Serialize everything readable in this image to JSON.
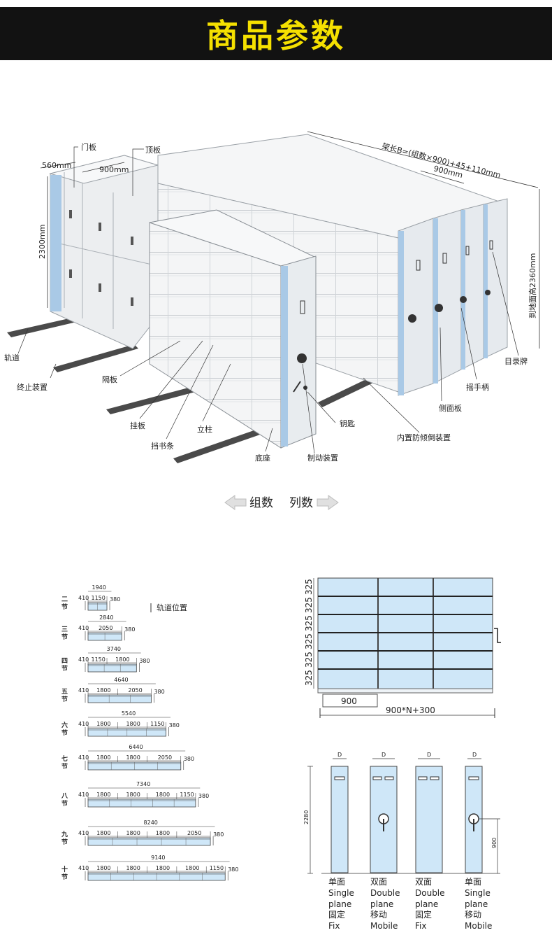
{
  "banner": {
    "title": "商品参数"
  },
  "main_diagram": {
    "dimensions": {
      "depth": "560mm",
      "width": "900mm",
      "height": "2300mm",
      "length_formula": "架长B=(组数×900)+45+110mm",
      "unit_width": "900mm",
      "total_height": "到地面高2360mm"
    },
    "labels": {
      "door": "门板",
      "top": "顶板",
      "rail": "轨道",
      "stopper": "终止装置",
      "shelf": "隔板",
      "hanger": "挂板",
      "book_stop": "挡书条",
      "column": "立柱",
      "base": "底座",
      "brake": "制动装置",
      "key": "钥匙",
      "anti_tilt": "内置防倾倒装置",
      "side_panel": "侧面板",
      "handle": "摇手柄",
      "catalog": "目录牌"
    }
  },
  "direction": {
    "left": "组数",
    "right": "列数"
  },
  "rail_table": {
    "legend": "轨道位置",
    "rows": [
      {
        "label": "二节",
        "total": "1940",
        "segments": [
          "410",
          "1150",
          "380"
        ]
      },
      {
        "label": "三节",
        "total": "2840",
        "segments": [
          "410",
          "2050",
          "380"
        ]
      },
      {
        "label": "四节",
        "total": "3740",
        "segments": [
          "410",
          "1150",
          "1800",
          "380"
        ]
      },
      {
        "label": "五节",
        "total": "4640",
        "segments": [
          "410",
          "1800",
          "2050",
          "380"
        ]
      },
      {
        "label": "六节",
        "total": "5540",
        "segments": [
          "410",
          "1800",
          "1800",
          "1150",
          "380"
        ]
      },
      {
        "label": "七节",
        "total": "6440",
        "segments": [
          "410",
          "1800",
          "1800",
          "2050",
          "380"
        ]
      },
      {
        "label": "八节",
        "total": "7340",
        "segments": [
          "410",
          "1800",
          "1800",
          "1800",
          "1150",
          "380"
        ]
      },
      {
        "label": "九节",
        "total": "8240",
        "segments": [
          "410",
          "1800",
          "1800",
          "1800",
          "2050",
          "380"
        ]
      },
      {
        "label": "十节",
        "total": "9140",
        "segments": [
          "410",
          "1800",
          "1800",
          "1800",
          "1800",
          "1150",
          "380"
        ]
      }
    ]
  },
  "front_view": {
    "shelf_heights": [
      "325",
      "325",
      "325",
      "325",
      "325",
      "325"
    ],
    "unit": "900",
    "total": "900*N+300"
  },
  "side_view": {
    "depth_label": "D",
    "height": "2280",
    "handle_height": "900",
    "types": [
      {
        "zh": "单面",
        "en1": "Single",
        "en2": "plane",
        "zh2": "固定",
        "en3": "Fix"
      },
      {
        "zh": "双面",
        "en1": "Double",
        "en2": "plane",
        "zh2": "移动",
        "en3": "Mobile"
      },
      {
        "zh": "双面",
        "en1": "Double",
        "en2": "plane",
        "zh2": "固定",
        "en3": "Fix"
      },
      {
        "zh": "单面",
        "en1": "Single",
        "en2": "plane",
        "zh2": "移动",
        "en3": "Mobile"
      }
    ]
  }
}
